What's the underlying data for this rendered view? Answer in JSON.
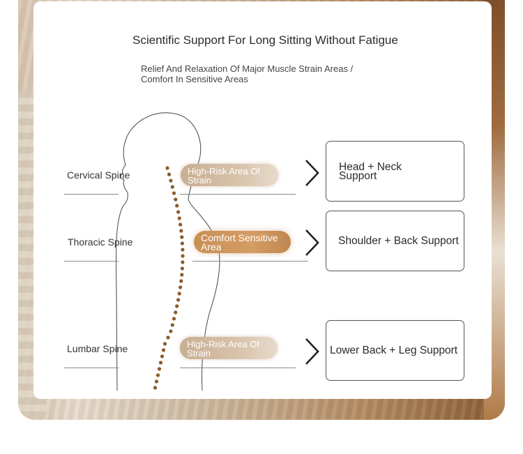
{
  "header": {
    "title": "Scientific Support For Long Sitting Without Fatigue",
    "subtitle": "Relief And Relaxation Of Major Muscle Strain Areas / Comfort In Sensitive Areas"
  },
  "zones": [
    {
      "label": "Cervical Spine",
      "pill": "High-Risk Area Of Strain",
      "support": "Head + Neck Support"
    },
    {
      "label": "Thoracic Spine",
      "pill": "Comfort Sensitive Area",
      "support": "Shoulder + Back Support"
    },
    {
      "label": "Lumbar Spine",
      "pill": "High-Risk Area Of Strain",
      "support": "Lower Back + Leg Support"
    }
  ],
  "colors": {
    "highlight_pill": "#d49d64",
    "soft_pill": "#d8c3ab",
    "spine_dots": "#8b5a2b"
  }
}
